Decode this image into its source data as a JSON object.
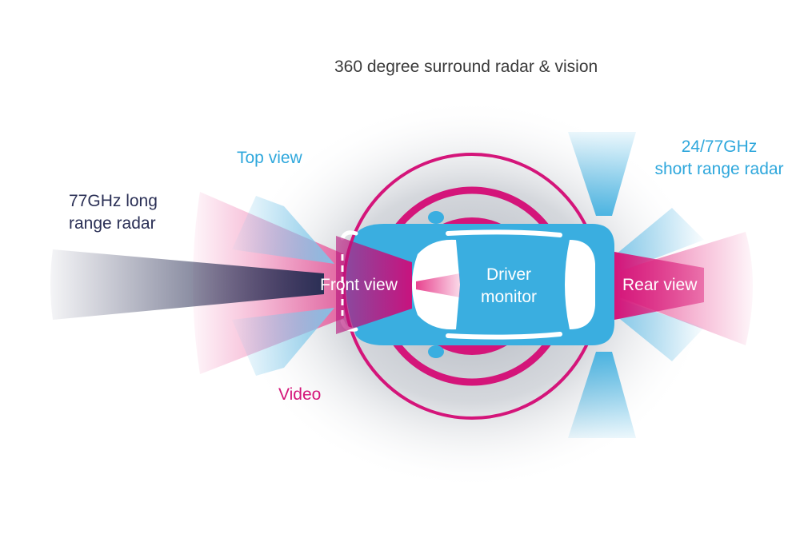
{
  "labels": {
    "title": "360 degree surround radar & vision",
    "top_view": "Top view",
    "long_range_line1": "77GHz long",
    "long_range_line2": "range radar",
    "short_range_line1": "24/77GHz",
    "short_range_line2": "short range radar",
    "front_view": "Front view",
    "driver_line1": "Driver",
    "driver_line2": "monitor",
    "rear_view": "Rear view",
    "video": "Video"
  },
  "colors": {
    "car_blue": "#3aaee0",
    "magenta": "#d4157a",
    "navy": "#2a2f55",
    "light_blue": "#2ea7dc",
    "halo_grey": "#c9ccd3"
  }
}
